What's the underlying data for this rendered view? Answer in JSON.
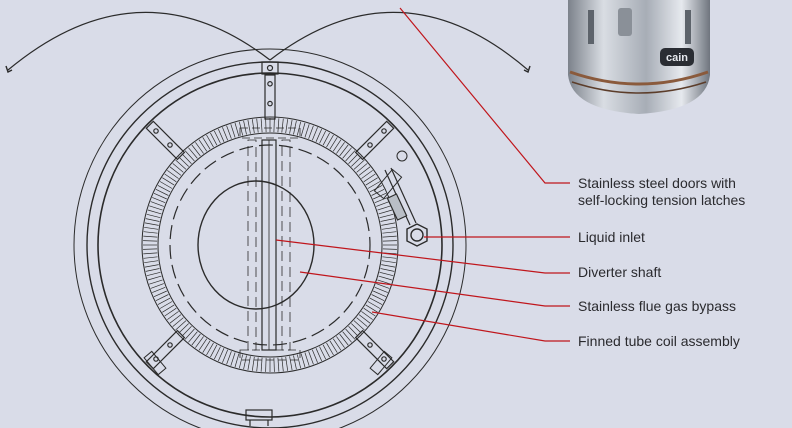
{
  "callouts": [
    {
      "id": "doors",
      "lines": [
        "Stainless steel doors with",
        "self-locking tension latches"
      ]
    },
    {
      "id": "inlet",
      "lines": [
        "Liquid inlet"
      ]
    },
    {
      "id": "shaft",
      "lines": [
        "Diverter shaft"
      ]
    },
    {
      "id": "bypass",
      "lines": [
        "Stainless flue gas bypass"
      ]
    },
    {
      "id": "coil",
      "lines": [
        "Finned tube coil assembly"
      ]
    }
  ],
  "product_badge": "cain",
  "colors": {
    "background": "#d9dce8",
    "leader_line": "#c0161c",
    "drawing_line": "#2b2b2b",
    "metal": "#b9bec6"
  }
}
